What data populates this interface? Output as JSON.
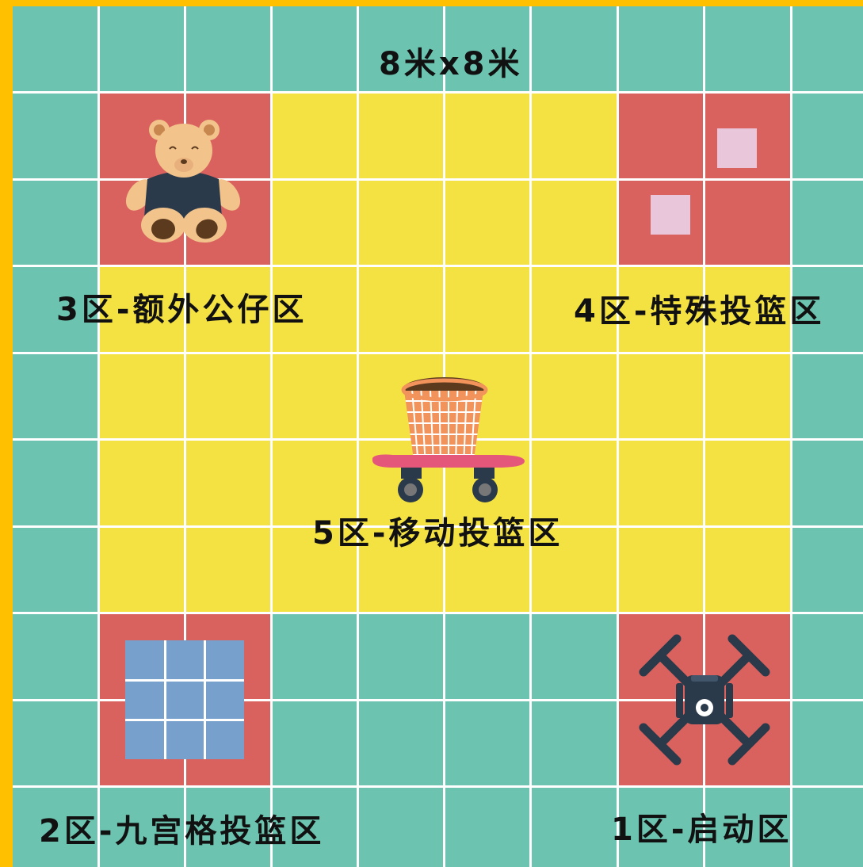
{
  "title": "8米x8米",
  "zones": {
    "zone1": "1区-启动区",
    "zone2": "2区-九宫格投篮区",
    "zone3": "3区-额外公仔区",
    "zone4": "4区-特殊投篮区",
    "zone5": "5区-移动投篮区"
  },
  "colors": {
    "frame": "#FFC000",
    "outer_ring": "#6CC3B0",
    "inner_area": "#F4E243",
    "corner_zone": "#D9625F",
    "grid_line": "#FFFFFF",
    "nine_grid": "#77A1CC",
    "square_marker": "#E9C6DA"
  },
  "icons": {
    "zone1": "drone-icon",
    "zone2": "nine-grid-icon",
    "zone3": "teddy-bear-icon",
    "zone4": "square-markers-icon",
    "zone5": "basket-on-skateboard-icon"
  }
}
